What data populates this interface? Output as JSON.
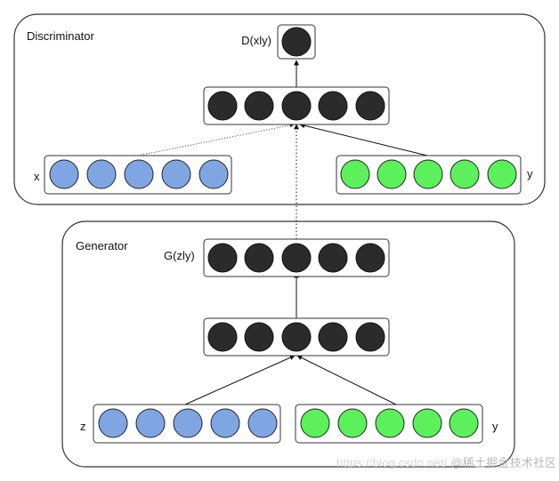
{
  "discriminator": {
    "title": "Discriminator",
    "output_label": "D(xly)",
    "input_x_label": "x",
    "input_y_label": "y"
  },
  "generator": {
    "title": "Generator",
    "output_label": "G(zly)",
    "input_z_label": "z",
    "input_y_label": "y"
  },
  "watermark": {
    "url": "https://blog.csdn.net/",
    "text": "@稀土掘金技术社区"
  },
  "colors": {
    "neuron_dark": "#2b2b2b",
    "neuron_blue": "#7fa6e3",
    "neuron_green": "#5cf05c",
    "outline": "#222222",
    "panel_stroke": "#333333"
  }
}
